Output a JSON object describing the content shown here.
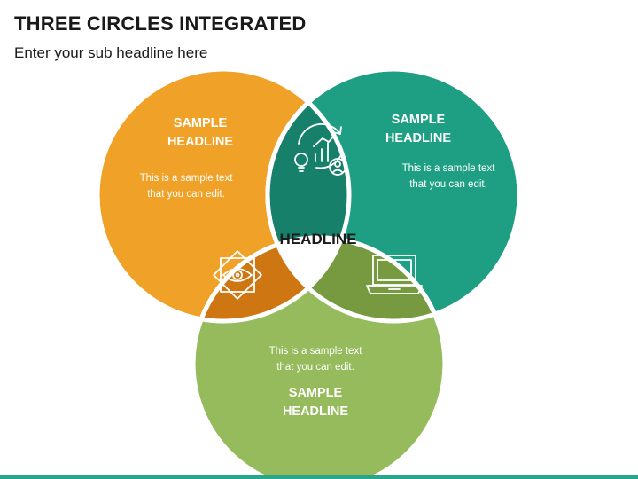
{
  "title": "THREE CIRCLES INTEGRATED",
  "subtitle": "Enter your sub headline here",
  "colors": {
    "orange": "#f0a128",
    "teal": "#1e9f84",
    "green": "#95bb5c",
    "overlap_orange": "#cd7612",
    "overlap_teal": "#17806b",
    "overlap_green": "#779a40",
    "accent_bar": "#2aa58e"
  },
  "circles": {
    "left": {
      "headline_line1": "SAMPLE",
      "headline_line2": "HEADLINE",
      "body_line1": "This is a sample text",
      "body_line2": "that you can edit."
    },
    "right": {
      "headline_line1": "SAMPLE",
      "headline_line2": "HEADLINE",
      "body_line1": "This is a sample text",
      "body_line2": "that you can edit."
    },
    "bottom": {
      "headline_line1": "SAMPLE",
      "headline_line2": "HEADLINE",
      "body_line1": "This is a sample text",
      "body_line2": "that you can edit."
    }
  },
  "center": {
    "label": "HEADLINE"
  },
  "icons": {
    "top": "growth-idea-user-icon",
    "left": "eye-frame-icon",
    "right": "laptop-icon"
  }
}
